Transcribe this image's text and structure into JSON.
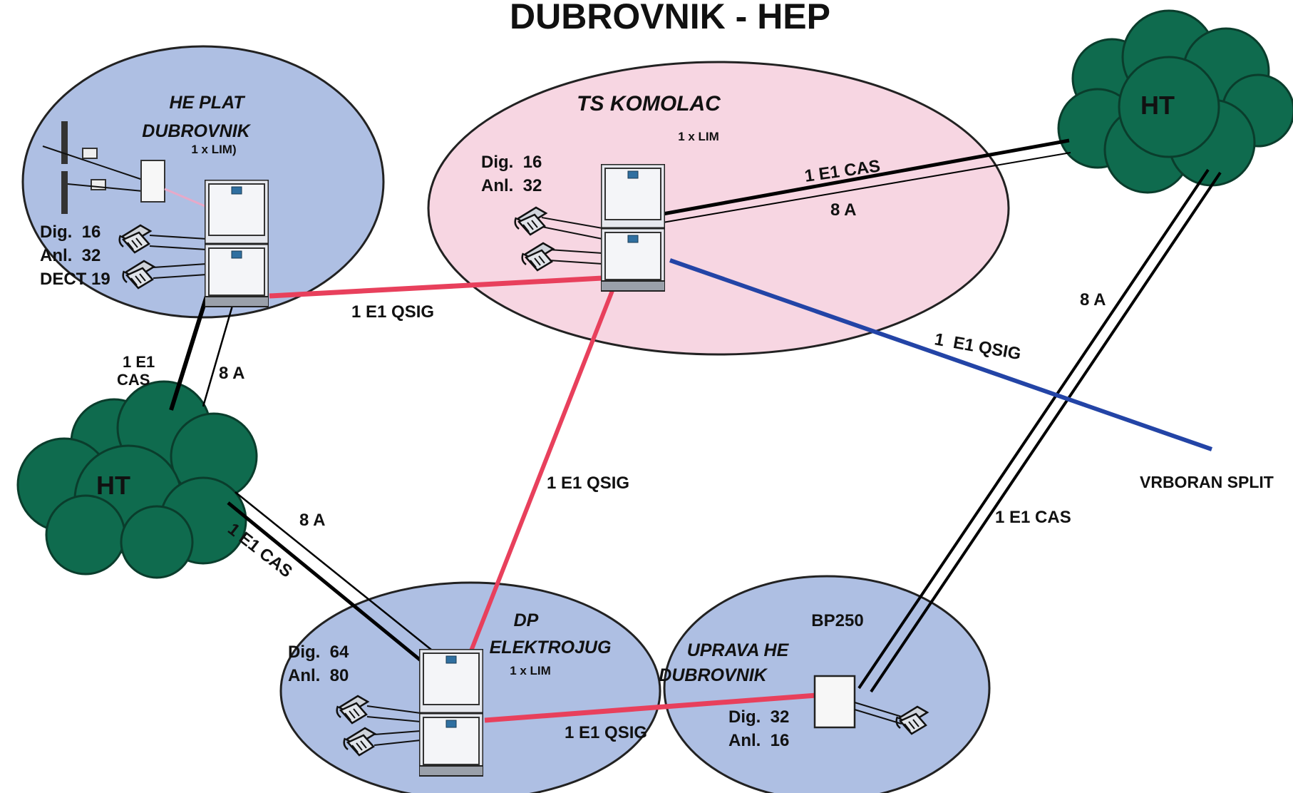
{
  "title": "DUBROVNIK - HEP",
  "colors": {
    "site_blue": "#aebfe3",
    "site_pink": "#f7d6e2",
    "cloud": "#0f6b4e",
    "qsig_red": "#e8405c",
    "qsig_blue": "#2344a6"
  },
  "sites": {
    "he_plat": {
      "name_line1": "HE PLAT",
      "name_line2": "DUBROVNIK",
      "lim": "1 x LIM)",
      "dig": "Dig.  16",
      "anl": "Anl.  32",
      "dect": "DECT 19"
    },
    "ts_komolac": {
      "name": "TS KOMOLAC",
      "lim": "1 x LIM",
      "dig": "Dig.  16",
      "anl": "Anl.  32"
    },
    "dp_elektrojug": {
      "name_line1": "DP",
      "name_line2": "ELEKTROJUG",
      "lim": "1 x LIM",
      "dig": "Dig.  64",
      "anl": "Anl.  80"
    },
    "uprava_he": {
      "model": "BP250",
      "name_line1": "UPRAVA HE",
      "name_line2": "DUBROVNIK",
      "dig": "Dig.  32",
      "anl": "Anl.  16"
    }
  },
  "clouds": {
    "ht_left": "HT",
    "ht_right": "HT"
  },
  "links": {
    "plat_komolac": "1 E1 QSIG",
    "komolac_elektrojug": "1 E1 QSIG",
    "elektrojug_uprava": "1 E1 QSIG",
    "komolac_vrboran": "1  E1 QSIG",
    "komolac_ht_cas": "1 E1 CAS",
    "komolac_ht_analog": "8 A",
    "plat_ht_cas_line1": "1 E1",
    "plat_ht_cas_line2": "CAS",
    "plat_ht_analog": "8 A",
    "ht_elektrojug_analog": "8 A",
    "ht_elektrojug_cas": "1 E1 CAS",
    "ht_uprava_analog": "8 A",
    "ht_uprava_cas": "1 E1 CAS"
  },
  "external": {
    "vrboran": "VRBORAN SPLIT"
  }
}
